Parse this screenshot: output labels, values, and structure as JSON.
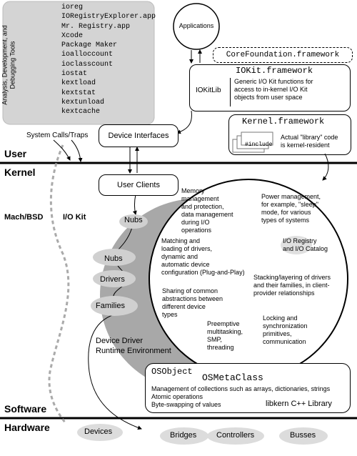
{
  "tools": {
    "title": "Analysis, Development, and Debugging Tools",
    "items": [
      "ioreg",
      "IORegistryExplorer.app",
      "Mr. Registry.app",
      "Xcode",
      "Package Maker",
      "ioalloccount",
      "ioclasscount",
      "iostat",
      "kextload",
      "kextstat",
      "kextunload",
      "kextcache"
    ]
  },
  "applications": "Applications",
  "corefoundation": "CoreFoundation.framework",
  "iokit_framework": {
    "title": "IOKit.framework",
    "lib": "IOKitLib",
    "desc": [
      "Generic I/O Kit functions for",
      "access to in-kernel I/O Kit",
      "objects from user space"
    ]
  },
  "kernel_framework": {
    "title": "Kernel.framework",
    "include": "#include",
    "desc": [
      "Actual \"library\" code",
      "is kernel-resident"
    ]
  },
  "system_calls": "System Calls/Traps",
  "device_interfaces": "Device Interfaces",
  "layers": {
    "user": "User",
    "kernel": "Kernel",
    "software": "Software",
    "hardware": "Hardware"
  },
  "user_clients": "User Clients",
  "mach_bsd": "Mach/BSD",
  "iokit": "I/O Kit",
  "nubs_top": "Nubs",
  "nubs": "Nubs",
  "drivers": "Drivers",
  "families": "Families",
  "ddre": [
    "Device Driver",
    "Runtime Environment"
  ],
  "features": {
    "memory": [
      "Memory",
      "management",
      "and protection,",
      "data management",
      "during I/O",
      "operations"
    ],
    "power": [
      "Power management,",
      "for example, \"sleep\"",
      "mode, for various",
      "types of systems"
    ],
    "matching": [
      "Matching and",
      "loading of drivers,",
      "dynamic and",
      "automatic device",
      "configuration (Plug-and-Play)"
    ],
    "registry": [
      "I/O Registry",
      "and I/O Catalog"
    ],
    "stacking": [
      "Stacking/layering of drivers",
      "and their families, in client-",
      "provider relationships"
    ],
    "sharing": [
      "Sharing of common",
      "abstractions between",
      "different device",
      "types"
    ],
    "preemptive": [
      "Preemptive",
      "multitasking,",
      "SMP,",
      "threading"
    ],
    "locking": [
      "Locking and",
      "synchronization",
      "primitives,",
      "communication"
    ]
  },
  "libkern": {
    "osobject": "OSObject",
    "osmetaclass": "OSMetaClass",
    "lines": [
      "Management of collections such as arrays, dictionaries, strings",
      "Atomic operations",
      "Byte-swapping of values"
    ],
    "label": "libkern C++ Library"
  },
  "hardware_items": [
    "Devices",
    "Bridges",
    "Controllers",
    "Busses"
  ]
}
